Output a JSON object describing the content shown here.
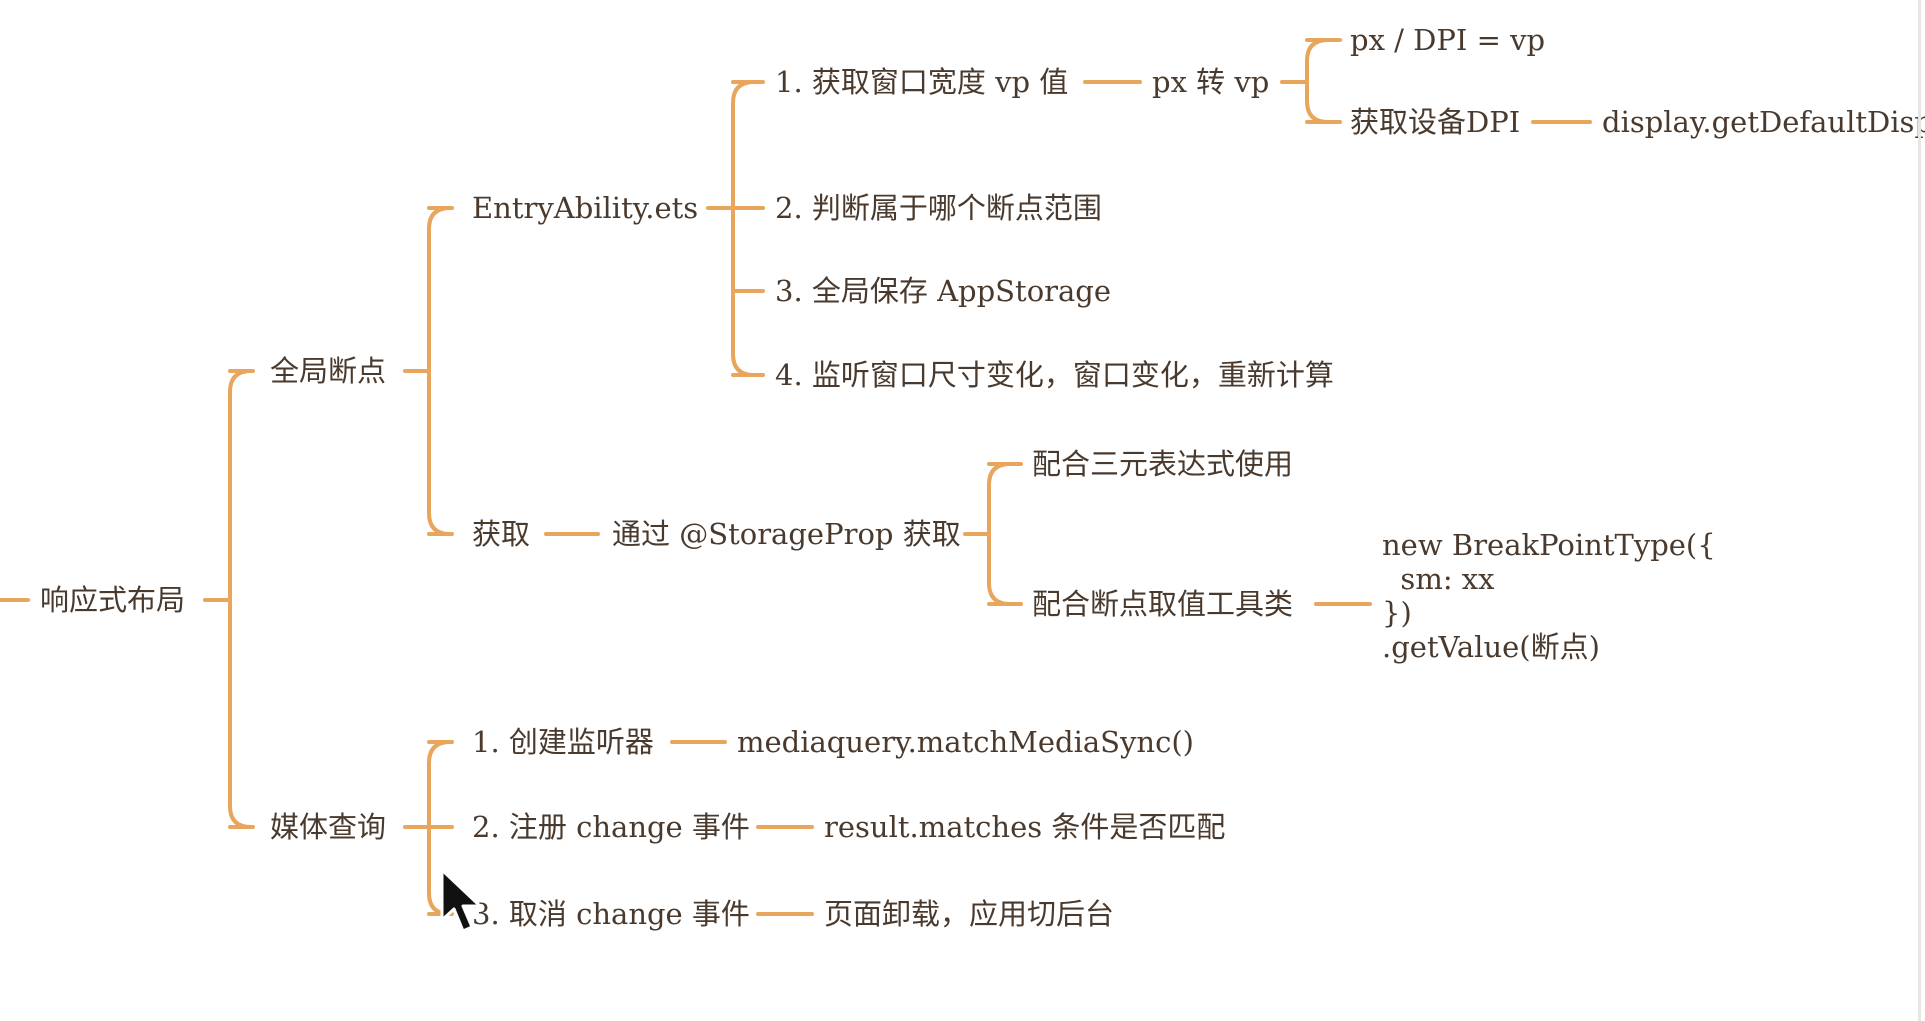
{
  "colors": {
    "connector": "#E8A55C",
    "text": "#4A3A2E",
    "background": "#FFFFFF"
  },
  "mindmap": {
    "root": "响应式布局",
    "global_breakpoint": {
      "label": "全局断点",
      "entry_ability": {
        "label": "EntryAbility.ets",
        "step1": {
          "label": "1. 获取窗口宽度 vp 值",
          "px_to_vp": {
            "label": "px 转 vp",
            "formula": "px / DPI = vp",
            "get_dpi": "获取设备DPI",
            "display_api": "display.getDefaultDisp"
          }
        },
        "step2": "2. 判断属于哪个断点范围",
        "step3": "3. 全局保存 AppStorage",
        "step4": "4. 监听窗口尺寸变化，窗口变化，重新计算"
      },
      "obtain": {
        "label": "获取",
        "via_storage_prop": "通过 @StorageProp 获取",
        "ternary": "配合三元表达式使用",
        "breakpoint_tool": "配合断点取值工具类",
        "code": "new BreakPointType({\n  sm: xx\n})\n.getValue(断点)"
      }
    },
    "media_query": {
      "label": "媒体查询",
      "step1": "1. 创建监听器",
      "step1_detail": "mediaquery.matchMediaSync()",
      "step2": "2. 注册 change 事件",
      "step2_detail": "result.matches 条件是否匹配",
      "step3": "3. 取消 change 事件",
      "step3_detail": "页面卸载，应用切后台"
    }
  }
}
